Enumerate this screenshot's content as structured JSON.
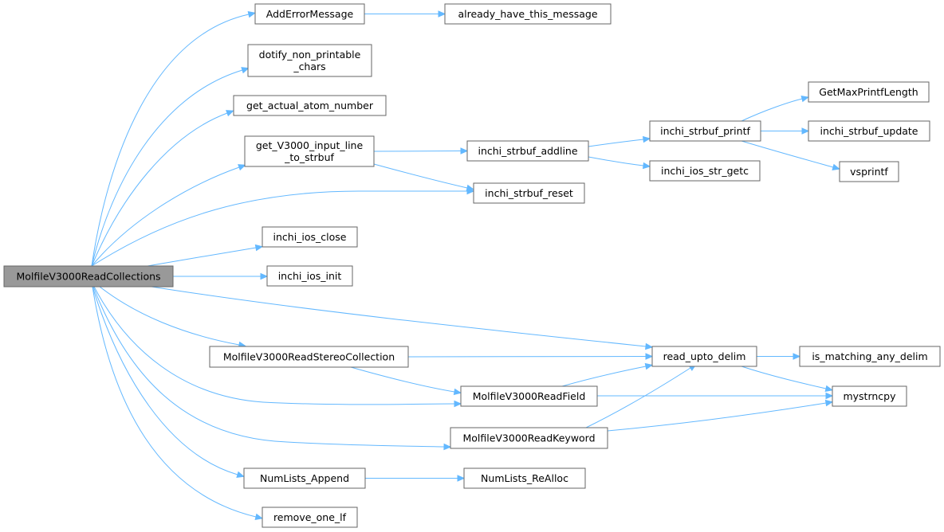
{
  "diagram": {
    "type": "call-graph",
    "root": "MolfileV3000ReadCollections",
    "nodes": [
      {
        "id": "root",
        "lines": [
          "MolfileV3000ReadCollections"
        ],
        "highlight": true
      },
      {
        "id": "adderr",
        "lines": [
          "AddErrorMessage"
        ]
      },
      {
        "id": "already",
        "lines": [
          "already_have_this_message"
        ]
      },
      {
        "id": "dotify",
        "lines": [
          "dotify_non_printable",
          "_chars"
        ]
      },
      {
        "id": "getatom",
        "lines": [
          "get_actual_atom_number"
        ]
      },
      {
        "id": "getv3000",
        "lines": [
          "get_V3000_input_line",
          "_to_strbuf"
        ]
      },
      {
        "id": "addline",
        "lines": [
          "inchi_strbuf_addline"
        ]
      },
      {
        "id": "printf",
        "lines": [
          "inchi_strbuf_printf"
        ]
      },
      {
        "id": "getmax",
        "lines": [
          "GetMaxPrintfLength"
        ]
      },
      {
        "id": "update",
        "lines": [
          "inchi_strbuf_update"
        ]
      },
      {
        "id": "vsprintf",
        "lines": [
          "vsprintf"
        ]
      },
      {
        "id": "getc",
        "lines": [
          "inchi_ios_str_getc"
        ]
      },
      {
        "id": "reset",
        "lines": [
          "inchi_strbuf_reset"
        ]
      },
      {
        "id": "close",
        "lines": [
          "inchi_ios_close"
        ]
      },
      {
        "id": "init",
        "lines": [
          "inchi_ios_init"
        ]
      },
      {
        "id": "stereo",
        "lines": [
          "MolfileV3000ReadStereoCollection"
        ]
      },
      {
        "id": "readupto",
        "lines": [
          "read_upto_delim"
        ]
      },
      {
        "id": "ismatch",
        "lines": [
          "is_matching_any_delim"
        ]
      },
      {
        "id": "readfield",
        "lines": [
          "MolfileV3000ReadField"
        ]
      },
      {
        "id": "mystrncpy",
        "lines": [
          "mystrncpy"
        ]
      },
      {
        "id": "readkw",
        "lines": [
          "MolfileV3000ReadKeyword"
        ]
      },
      {
        "id": "append",
        "lines": [
          "NumLists_Append"
        ]
      },
      {
        "id": "realloc",
        "lines": [
          "NumLists_ReAlloc"
        ]
      },
      {
        "id": "removelf",
        "lines": [
          "remove_one_lf"
        ]
      }
    ],
    "edges": [
      [
        "root",
        "adderr"
      ],
      [
        "root",
        "dotify"
      ],
      [
        "root",
        "getatom"
      ],
      [
        "root",
        "getv3000"
      ],
      [
        "root",
        "reset"
      ],
      [
        "root",
        "close"
      ],
      [
        "root",
        "init"
      ],
      [
        "root",
        "readupto"
      ],
      [
        "root",
        "stereo"
      ],
      [
        "root",
        "readfield"
      ],
      [
        "root",
        "readkw"
      ],
      [
        "root",
        "append"
      ],
      [
        "root",
        "removelf"
      ],
      [
        "adderr",
        "already"
      ],
      [
        "getv3000",
        "addline"
      ],
      [
        "getv3000",
        "reset"
      ],
      [
        "addline",
        "printf"
      ],
      [
        "addline",
        "getc"
      ],
      [
        "printf",
        "getmax"
      ],
      [
        "printf",
        "update"
      ],
      [
        "printf",
        "vsprintf"
      ],
      [
        "stereo",
        "readupto"
      ],
      [
        "stereo",
        "readfield"
      ],
      [
        "readfield",
        "readupto"
      ],
      [
        "readfield",
        "mystrncpy"
      ],
      [
        "readkw",
        "readupto"
      ],
      [
        "readkw",
        "mystrncpy"
      ],
      [
        "readupto",
        "ismatch"
      ],
      [
        "readupto",
        "mystrncpy"
      ],
      [
        "append",
        "realloc"
      ]
    ],
    "colors": {
      "edge": "#63b8ff",
      "node_border": "#666666",
      "root_fill": "#999999",
      "node_fill": "#ffffff"
    }
  }
}
